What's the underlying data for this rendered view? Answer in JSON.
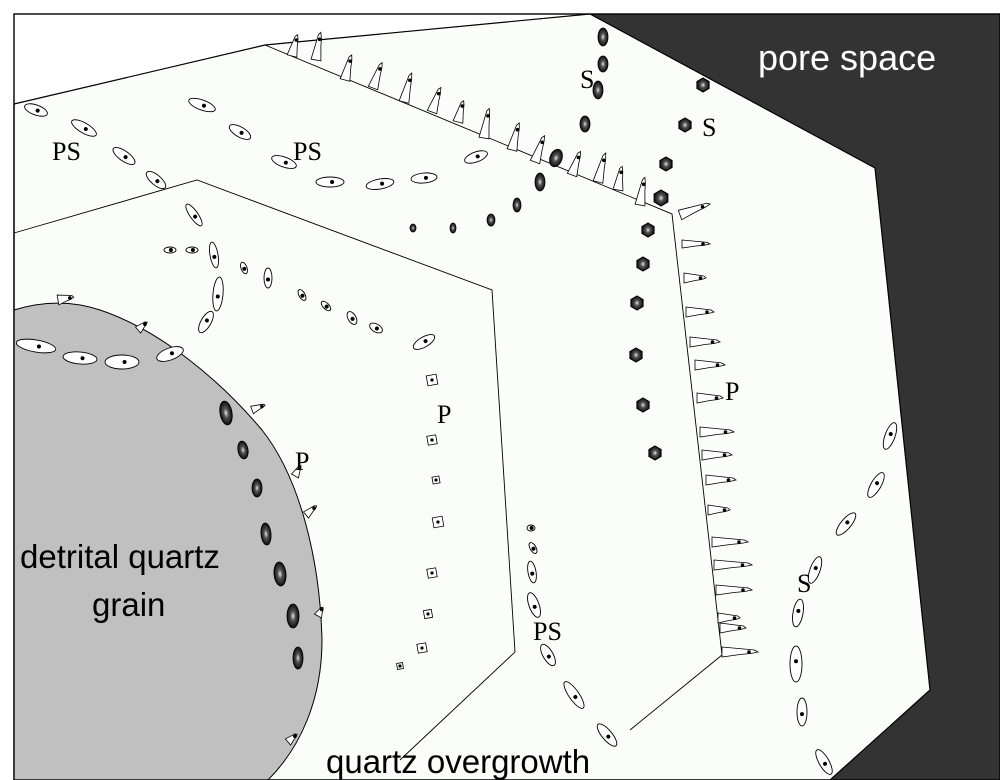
{
  "diagram": {
    "labels": {
      "pore_space": "pore space",
      "detrital_line1": "detrital quartz",
      "detrital_line2": "grain",
      "overgrowth": "quartz overgrowth",
      "ps": "PS",
      "s": "S",
      "p": "P"
    },
    "colors": {
      "pore_space": "#333333",
      "overgrowth": "#fbfdfa",
      "detrital_grain": "#c0c0c0",
      "inclusion_dark": "#111111",
      "outline": "#000000"
    },
    "icons": {
      "fluid_inclusion_primary": "hollow-elongate-inclusion",
      "fluid_inclusion_secondary": "dark-hexagon-inclusion",
      "fluid_inclusion_pseudosecondary": "hollow-oval-inclusion"
    }
  }
}
